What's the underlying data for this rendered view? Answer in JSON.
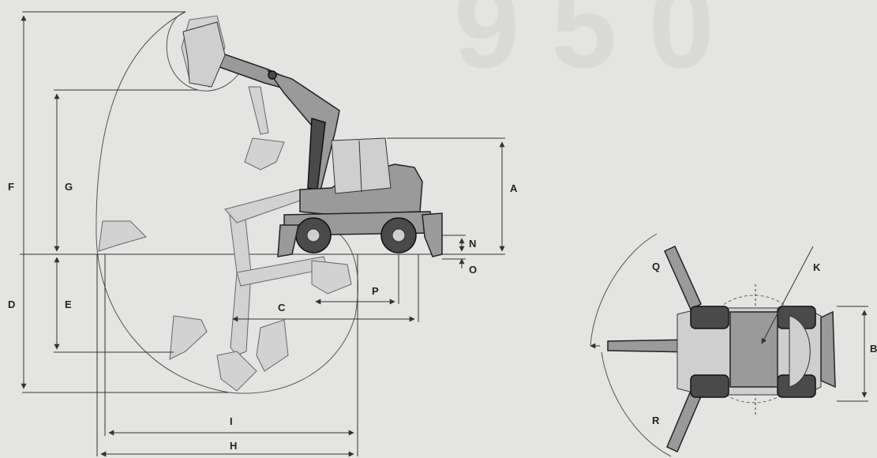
{
  "watermark": {
    "text": "950"
  },
  "labels": {
    "A": "A",
    "B": "B",
    "C": "C",
    "D": "D",
    "E": "E",
    "F": "F",
    "G": "G",
    "H": "H",
    "I": "I",
    "K": "K",
    "N": "N",
    "O": "O",
    "P": "P",
    "Q": "Q",
    "R": "R"
  },
  "colors": {
    "background": "#e4e4e2",
    "lines": "#333333",
    "machine": "#9a9a9a",
    "machine_dark": "#4a4a4a"
  }
}
